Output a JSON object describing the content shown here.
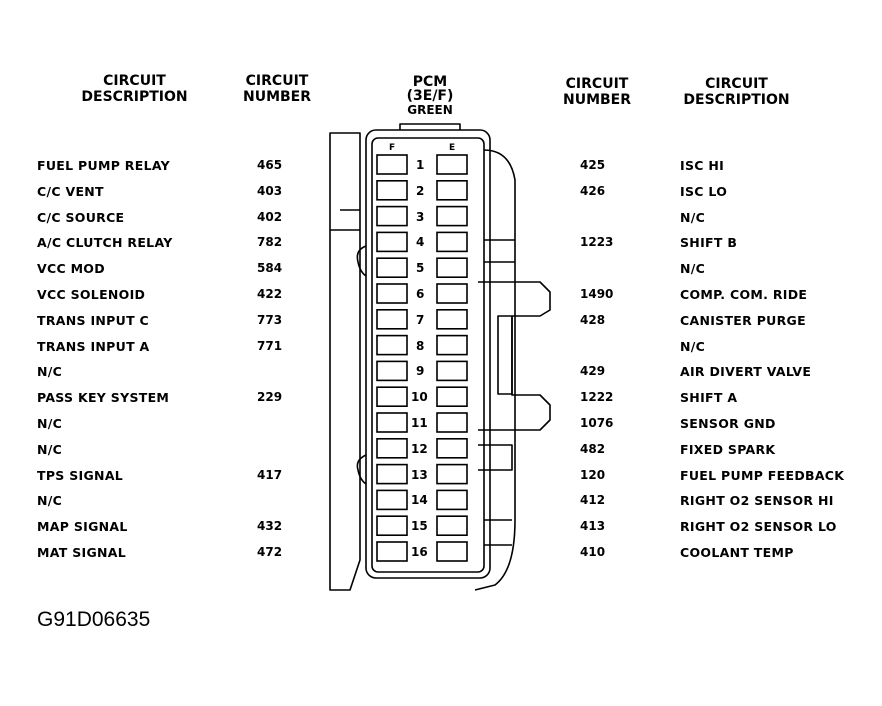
{
  "headers": {
    "left_desc": [
      "CIRCUIT",
      "DESCRIPTION"
    ],
    "left_num": [
      "CIRCUIT",
      "NUMBER"
    ],
    "pcm": [
      "PCM",
      "(3E/F)",
      "GREEN"
    ],
    "right_num": [
      "CIRCUIT",
      "NUMBER"
    ],
    "right_desc": [
      "CIRCUIT",
      "DESCRIPTION"
    ]
  },
  "connector": {
    "col_labels": [
      "F",
      "E"
    ],
    "pins": [
      "1",
      "2",
      "3",
      "4",
      "5",
      "6",
      "7",
      "8",
      "9",
      "10",
      "11",
      "12",
      "13",
      "14",
      "15",
      "16"
    ]
  },
  "rows": [
    {
      "l_desc": "FUEL PUMP RELAY",
      "l_num": "465",
      "r_num": "425",
      "r_desc": "ISC HI"
    },
    {
      "l_desc": "C/C VENT",
      "l_num": "403",
      "r_num": "426",
      "r_desc": "ISC LO"
    },
    {
      "l_desc": "C/C SOURCE",
      "l_num": "402",
      "r_num": "",
      "r_desc": "N/C"
    },
    {
      "l_desc": "A/C CLUTCH RELAY",
      "l_num": "782",
      "r_num": "1223",
      "r_desc": "SHIFT B"
    },
    {
      "l_desc": "VCC MOD",
      "l_num": "584",
      "r_num": "",
      "r_desc": "N/C"
    },
    {
      "l_desc": "VCC SOLENOID",
      "l_num": "422",
      "r_num": "1490",
      "r_desc": "COMP. COM. RIDE"
    },
    {
      "l_desc": "TRANS INPUT C",
      "l_num": "773",
      "r_num": "428",
      "r_desc": "CANISTER PURGE"
    },
    {
      "l_desc": "TRANS INPUT A",
      "l_num": "771",
      "r_num": "",
      "r_desc": "N/C"
    },
    {
      "l_desc": "N/C",
      "l_num": "",
      "r_num": "429",
      "r_desc": "AIR DIVERT VALVE"
    },
    {
      "l_desc": "PASS KEY SYSTEM",
      "l_num": "229",
      "r_num": "1222",
      "r_desc": "SHIFT A"
    },
    {
      "l_desc": "N/C",
      "l_num": "",
      "r_num": "1076",
      "r_desc": "SENSOR GND"
    },
    {
      "l_desc": "N/C",
      "l_num": "",
      "r_num": "482",
      "r_desc": "FIXED  SPARK"
    },
    {
      "l_desc": "TPS SIGNAL",
      "l_num": "417",
      "r_num": "120",
      "r_desc": "FUEL PUMP FEEDBACK"
    },
    {
      "l_desc": "N/C",
      "l_num": "",
      "r_num": "412",
      "r_desc": "RIGHT O2  SENSOR HI"
    },
    {
      "l_desc": "MAP SIGNAL",
      "l_num": "432",
      "r_num": "413",
      "r_desc": "RIGHT O2  SENSOR LO"
    },
    {
      "l_desc": "MAT SIGNAL",
      "l_num": "472",
      "r_num": "410",
      "r_desc": "COOLANT TEMP"
    }
  ],
  "figure_id": "G91D06635"
}
